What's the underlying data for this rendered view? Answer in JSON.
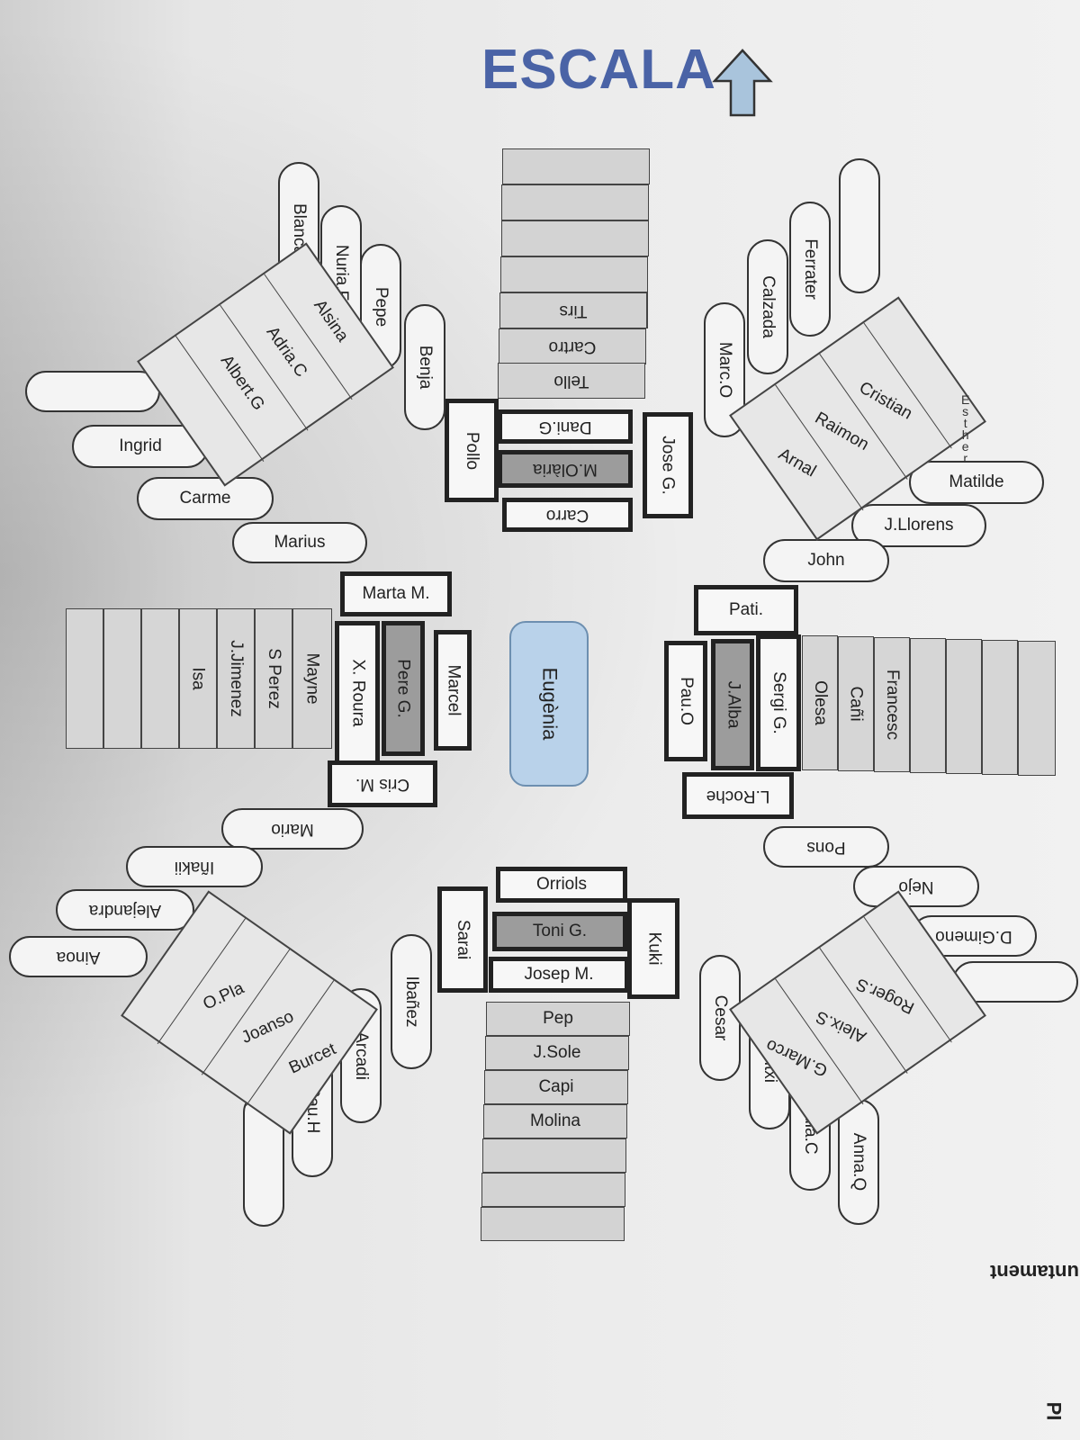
{
  "title": "ESCALA",
  "colors": {
    "title": "#4a63a6",
    "arrow": "#a9c4dc",
    "center": "#b9d2ea"
  },
  "icons": {
    "arrow": "arrow-up-icon"
  },
  "center": "Eugènia",
  "top_block": {
    "cells": [
      "",
      "",
      "",
      "",
      "",
      "Tirs",
      "Cartro",
      "Tello"
    ],
    "tags": [
      "Pollo",
      "Dani.G",
      "M.Olària",
      "Carro",
      "Jose G."
    ]
  },
  "bottom_block": {
    "tags": [
      "Orriols",
      "Sarai",
      "Toni G.",
      "Kuki",
      "Josep M."
    ],
    "cells": [
      "Pep",
      "J.Sole",
      "Capi",
      "Molina",
      "",
      "",
      ""
    ]
  },
  "left_block": {
    "tags": [
      "Marta M.",
      "X. Roura",
      "Pere G.",
      "Marcel",
      "Cris M."
    ],
    "cells": [
      "",
      "",
      "",
      "Isa",
      "J.Jimenez",
      "S Perez",
      "Mayne"
    ]
  },
  "right_block": {
    "tags": [
      "Pati.",
      "Pau.O",
      "J.Alba",
      "Sergi G.",
      "L.Roche"
    ],
    "cells": [
      "Olesa",
      "Cañi",
      "Francesc",
      "",
      "",
      "",
      ""
    ]
  },
  "tl_cluster": {
    "pills": [
      "Blanca",
      "Nuria.F",
      "Pepe",
      "Benja",
      "",
      "Ingrid",
      "Carme",
      "Marius"
    ],
    "desk": [
      "Albert.G",
      "Adria.C",
      "Alsina"
    ]
  },
  "tr_cluster": {
    "pills": [
      "",
      "Ferrater",
      "Calzada",
      "Marc.O",
      "Matilde",
      "J.Llorens",
      "John"
    ],
    "desk": [
      "Cristian",
      "Raimon",
      "Arnal"
    ],
    "vertical_name": [
      "E",
      "s",
      "t",
      "h",
      "e",
      "r"
    ]
  },
  "bl_cluster": {
    "pills": [
      "Mario",
      "Iñakii",
      "Alejandra",
      "Ainoa",
      "Ibañez",
      "Arcadi",
      "Pau.H",
      ""
    ],
    "desk": [
      "Burcet",
      "Joanso",
      "O.Pla"
    ]
  },
  "br_cluster": {
    "pills": [
      "Pons",
      "Nejo",
      "D.Gimeno",
      "",
      "Cesar",
      "Pitxi",
      "Lidia.C",
      "Anna.Q"
    ],
    "desk": [
      "G.Marco",
      "Aleix.S",
      "Roger.S"
    ]
  },
  "edge_text": {
    "right": "Ajuntament",
    "bottom": "PI"
  }
}
